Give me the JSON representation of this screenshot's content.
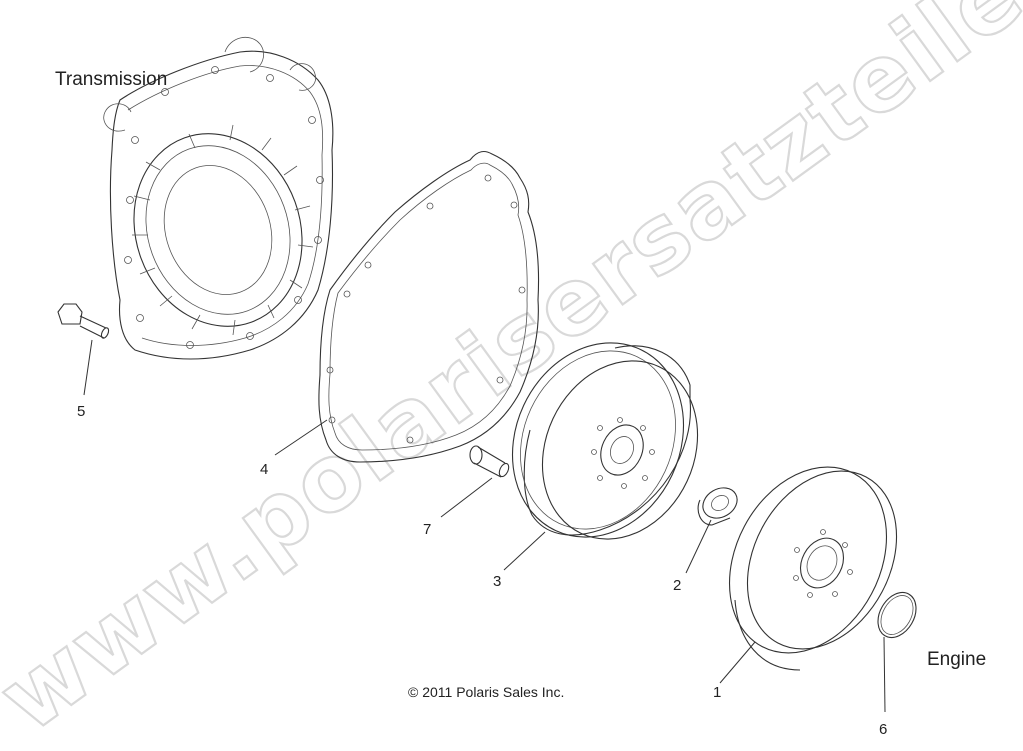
{
  "watermark": "www.polarisersatzteile.de",
  "labels": {
    "transmission": "Transmission",
    "engine": "Engine",
    "copyright": "© 2011 Polaris Sales Inc."
  },
  "callouts": [
    "1",
    "2",
    "3",
    "4",
    "5",
    "6",
    "7"
  ]
}
